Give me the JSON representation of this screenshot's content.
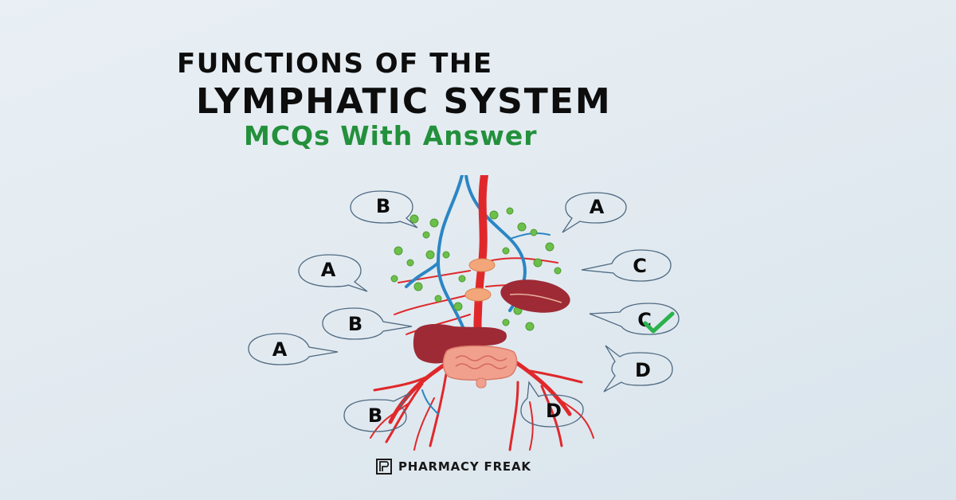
{
  "title": {
    "line1": "FUNCTIONS OF THE",
    "line2": "LYMPHATIC SYSTEM",
    "line3": "MCQs With Answer"
  },
  "colors": {
    "title": "#0d0d0d",
    "subtitle_green": "#23903c",
    "artery_red": "#e0282b",
    "vein_blue": "#2b86c4",
    "lymph_node_green": "#6cc04a",
    "organ_maroon": "#9e2a35",
    "checkmark_green": "#2bb24c",
    "bubble_stroke": "#4f6a82"
  },
  "bubbles": [
    {
      "id": "b1",
      "label": "B",
      "side": "left"
    },
    {
      "id": "b2",
      "label": "A",
      "side": "left"
    },
    {
      "id": "b3",
      "label": "B",
      "side": "left"
    },
    {
      "id": "b4",
      "label": "A",
      "side": "left"
    },
    {
      "id": "b5",
      "label": "B",
      "side": "left"
    },
    {
      "id": "b6",
      "label": "A",
      "side": "right"
    },
    {
      "id": "b7",
      "label": "C",
      "side": "right"
    },
    {
      "id": "b8",
      "label": "C",
      "side": "right",
      "checked": true
    },
    {
      "id": "b9",
      "label": "D",
      "side": "right"
    },
    {
      "id": "b10",
      "label": "D",
      "side": "right"
    }
  ],
  "illustration": {
    "subject": "lymphatic-system-anatomy",
    "parts": [
      "aorta",
      "lymphatic-vessels",
      "lymph-nodes",
      "spleen",
      "liver",
      "intestine"
    ]
  },
  "footer": {
    "logo_icon": "pharmacy-freak-logo-icon",
    "brand": "PHARMACY FREAK"
  }
}
